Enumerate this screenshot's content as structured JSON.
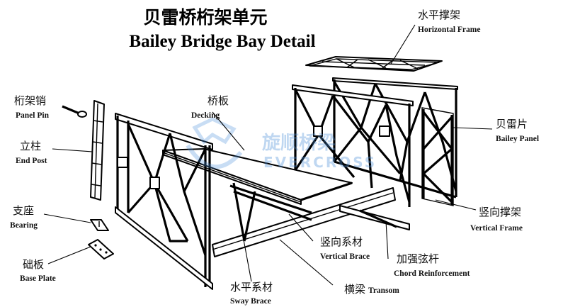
{
  "title": {
    "zh": "贝雷桥桁架单元",
    "en": "Bailey Bridge Bay Detail"
  },
  "labels": [
    {
      "id": "horizontal-frame",
      "zh": "水平撑架",
      "en": "Horizontal  Frame"
    },
    {
      "id": "panel-pin",
      "zh": "桁架销",
      "en": "Panel Pin"
    },
    {
      "id": "decking",
      "zh": "桥板",
      "en": "Decking"
    },
    {
      "id": "bailey-panel",
      "zh": "贝雷片",
      "en": "Bailey Panel"
    },
    {
      "id": "end-post",
      "zh": "立柱",
      "en": "End Post"
    },
    {
      "id": "bearing",
      "zh": "支座",
      "en": "Bearing"
    },
    {
      "id": "vertical-frame",
      "zh": "竖向撑架",
      "en": "Vertical Frame"
    },
    {
      "id": "vertical-brace",
      "zh": "竖向系材",
      "en": "Vertical Brace"
    },
    {
      "id": "chord-reinforcement",
      "zh": "加强弦杆",
      "en": "Chord Reinforcement"
    },
    {
      "id": "base-plate",
      "zh": "础板",
      "en": "Base Plate"
    },
    {
      "id": "sway-brace",
      "zh": "水平系材",
      "en": "Sway Brace"
    },
    {
      "id": "transom",
      "zh": "横梁",
      "en": "Transom"
    }
  ],
  "watermark": {
    "zh": "旋顺桥梁",
    "en": "EVERCROSS",
    "color": "#4a90d9"
  },
  "colors": {
    "line": "#000000",
    "background": "#ffffff"
  }
}
